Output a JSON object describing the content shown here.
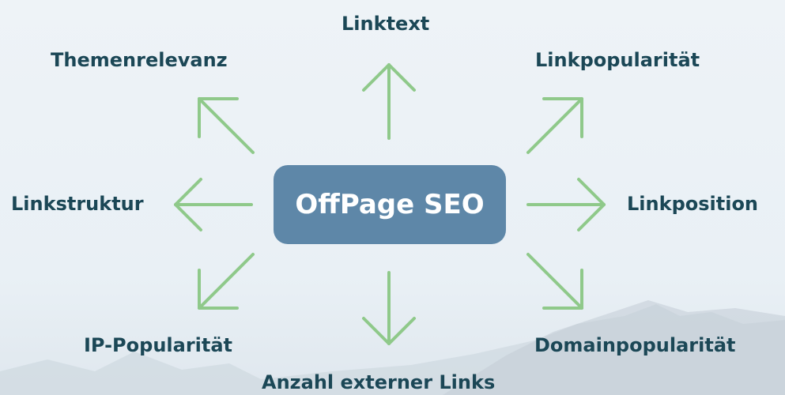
{
  "center": {
    "label": "OffPage SEO"
  },
  "nodes": {
    "linktext": "Linktext",
    "themenrelevanz": "Themenrelevanz",
    "linkpopularitaet": "Linkpopularität",
    "linkstruktur": "Linkstruktur",
    "linkposition": "Linkposition",
    "ip_popularitaet": "IP-Popularität",
    "domainpopularitaet": "Domainpopularität",
    "anzahl_externer_links": "Anzahl externer Links"
  },
  "colors": {
    "background": "#e8eff4",
    "center_box": "#5e87a8",
    "arrow": "#8fc98a",
    "label": "#1b4756"
  }
}
